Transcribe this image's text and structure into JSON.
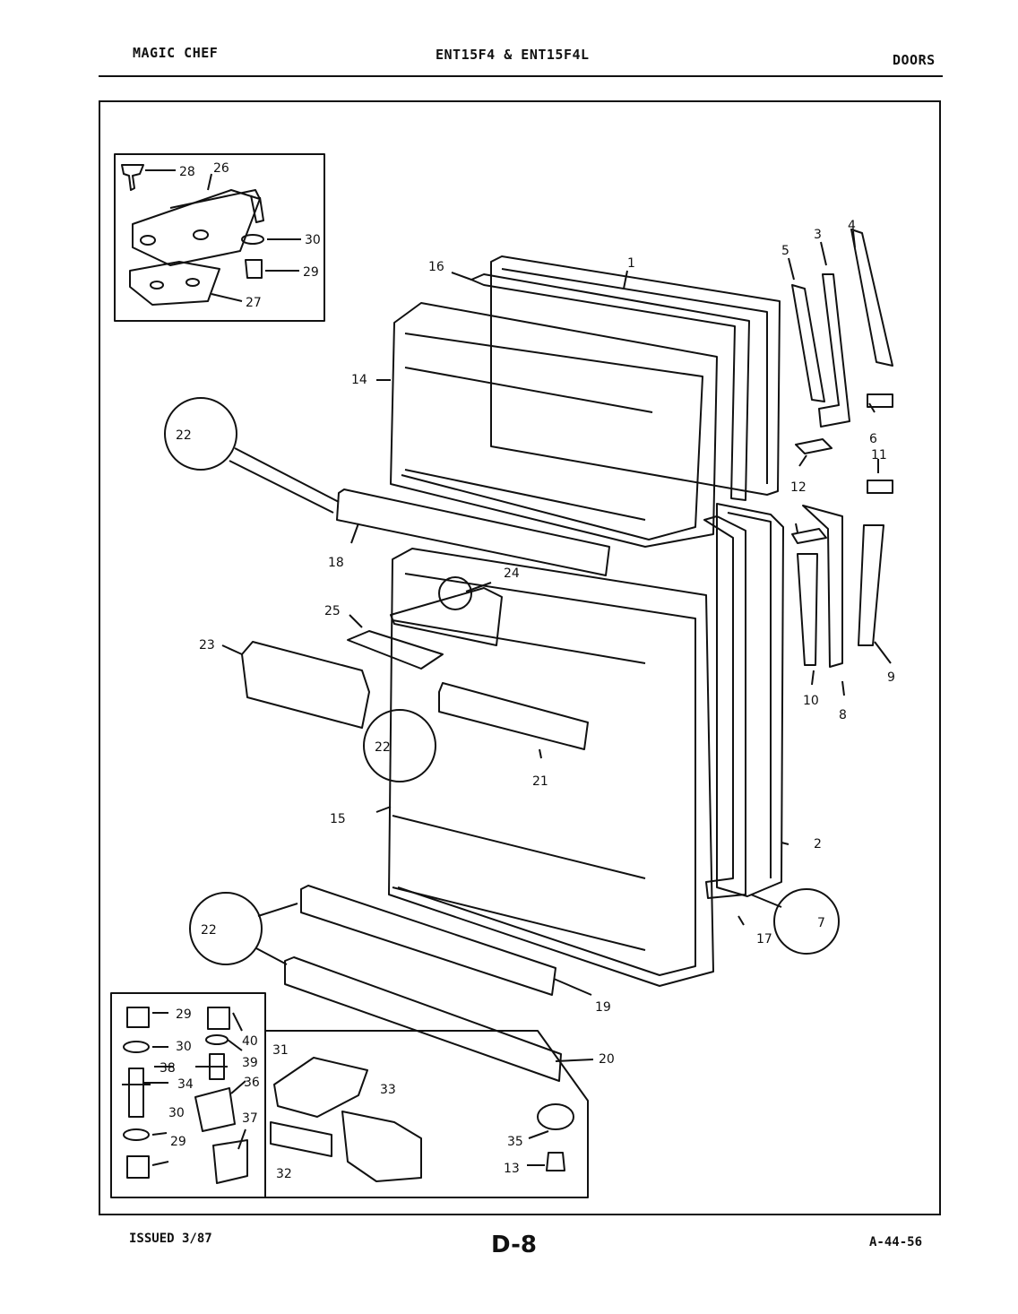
{
  "header": {
    "brand": "MAGIC CHEF",
    "model": "ENT15F4 & ENT15F4L",
    "section": "DOORS"
  },
  "footer": {
    "issued": "ISSUED 3/87",
    "page": "D-8",
    "code": "A-44-56"
  },
  "callouts": {
    "p1": "1",
    "p2": "2",
    "p3": "3",
    "p4": "4",
    "p5": "5",
    "p6": "6",
    "p7": "7",
    "p8": "8",
    "p9": "9",
    "p10": "10",
    "p11": "11",
    "p12": "12",
    "p13": "13",
    "p14": "14",
    "p15": "15",
    "p16": "16",
    "p17": "17",
    "p18": "18",
    "p19": "19",
    "p20": "20",
    "p21": "21",
    "p22a": "22",
    "p22b": "22",
    "p22c": "22",
    "p23": "23",
    "p24": "24",
    "p25": "25",
    "p26": "26",
    "p27": "27",
    "p28": "28",
    "p29a": "29",
    "p30a": "30",
    "p29b": "29",
    "p29c": "29",
    "p30b": "30",
    "p30c": "30",
    "p31": "31",
    "p32": "32",
    "p33": "33",
    "p34": "34",
    "p35": "35",
    "p36": "36",
    "p37": "37",
    "p38": "38",
    "p39": "39",
    "p40": "40"
  }
}
